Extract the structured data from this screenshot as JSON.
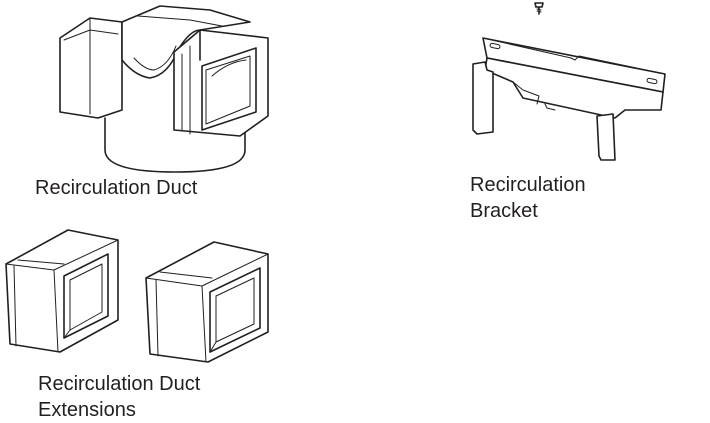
{
  "parts": {
    "duct": {
      "label": "Recirculation Duct"
    },
    "bracket": {
      "label_line1": "Recirculation",
      "label_line2": "Bracket"
    },
    "extensions": {
      "label_line1": "Recirculation Duct",
      "label_line2": "Extensions"
    }
  },
  "colors": {
    "line": "#231f20",
    "background": "#ffffff"
  }
}
